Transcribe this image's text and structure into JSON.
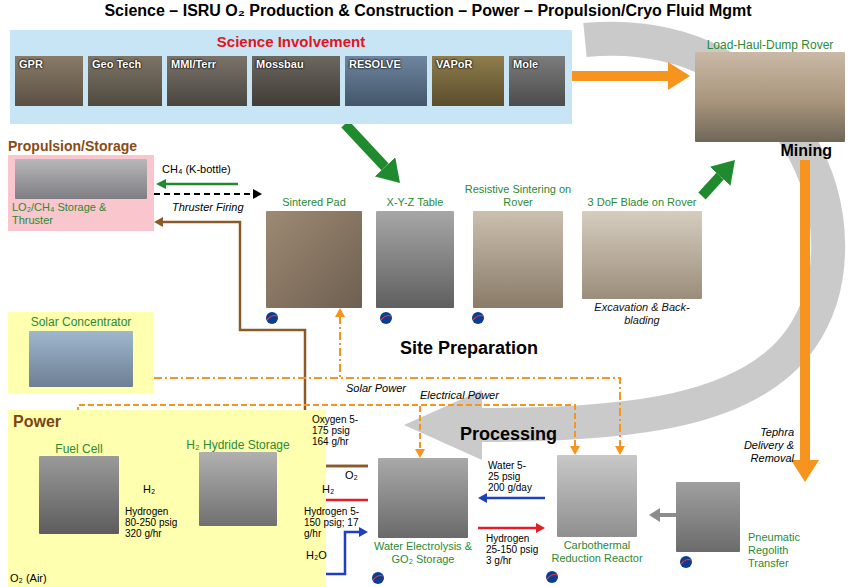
{
  "diagram": {
    "title": "Science – ISRU O₂ Production & Construction – Power – Propulsion/Cryo Fluid Mgmt",
    "nodes": [
      {
        "text": [
          "Science Involvement"
        ]
      },
      {
        "text": [
          "GPR"
        ],
        "in": 0
      },
      {
        "text": [
          "Geo Tech"
        ],
        "in": 0
      },
      {
        "text": [
          "MMI/Terr"
        ],
        "in": 0
      },
      {
        "text": [
          "Mossbau"
        ],
        "in": 0
      },
      {
        "text": [
          "RESOLVE"
        ],
        "in": 0
      },
      {
        "text": [
          "VAPoR"
        ],
        "in": 0
      },
      {
        "text": [
          "Mole"
        ],
        "in": 0
      },
      {
        "text": [
          "Load-Haul-Dump Rover",
          "Mining"
        ]
      },
      {
        "text": [
          "Propulsion/Storage",
          "LO₂/CH₄ Storage & Thruster"
        ]
      },
      {
        "text": [
          "Sintered Pad"
        ]
      },
      {
        "text": [
          "X-Y-Z Table"
        ]
      },
      {
        "text": [
          "Resistive Sintering on Rover"
        ]
      },
      {
        "text": [
          "3 DoF Blade on Rover",
          "Excavation & Back-blading"
        ]
      },
      {
        "text": [
          "Solar Concentrator"
        ]
      },
      {
        "text": [
          "Power"
        ]
      },
      {
        "text": [
          "Fuel Cell"
        ],
        "in": 15
      },
      {
        "text": [
          "H₂ Hydride Storage"
        ],
        "in": 15
      },
      {
        "text": [
          "Water Electrolysis & GO₂ Storage"
        ]
      },
      {
        "text": [
          "Carbothermal Reduction Reactor"
        ]
      },
      {
        "text": [
          "Pneumatic Regolith Transfer"
        ]
      }
    ],
    "edges": [
      {
        "from": 0,
        "to": 8,
        "arrow": "to"
      },
      {
        "from": 0,
        "to": 11,
        "arrow": "to"
      },
      {
        "from": 13,
        "to": 8,
        "arrow": "to"
      },
      {
        "from": 8,
        "to": 20,
        "arrow": "to",
        "label": "Tephra Delivery & Removal"
      },
      {
        "from": 20,
        "to": 19,
        "arrow": "to"
      },
      {
        "from": 9,
        "to": 10,
        "arrow": "to",
        "label": "Thruster Firing"
      },
      {
        "from": 18,
        "to": 9,
        "arrow": "to"
      },
      {
        "from": 18,
        "to": 17,
        "arrow": "to",
        "label": "O₂"
      },
      {
        "from": 18,
        "to": 17,
        "arrow": "to",
        "label": "H₂"
      },
      {
        "from": 17,
        "to": 16,
        "arrow": "to",
        "label": "H₂"
      },
      {
        "from": 16,
        "to": 18,
        "arrow": "to",
        "label": "H₂O"
      },
      {
        "from": 19,
        "to": 18,
        "arrow": "to"
      },
      {
        "from": 18,
        "to": 19,
        "arrow": "to"
      },
      {
        "from": 14,
        "to": 10,
        "arrow": "to",
        "label": "Solar Power"
      },
      {
        "from": 14,
        "to": 19,
        "arrow": "to"
      },
      {
        "from": 16,
        "to": 18,
        "arrow": "to",
        "label": "Electrical Power"
      },
      {
        "from": 16,
        "to": 19,
        "arrow": "to"
      }
    ],
    "labels": [
      "Site Preparation",
      "Processing",
      "CH₄ (K-bottle)",
      "O₂ (Air)",
      "Oxygen 5-175 psig 164 g/hr",
      "Hydrogen 80-250 psig 320 g/hr",
      "Hydrogen 5-150 psig; 17 g/hr",
      "Water 5-25 psig 200 g/day",
      "Hydrogen 25-150 psig 3 g/hr"
    ]
  }
}
